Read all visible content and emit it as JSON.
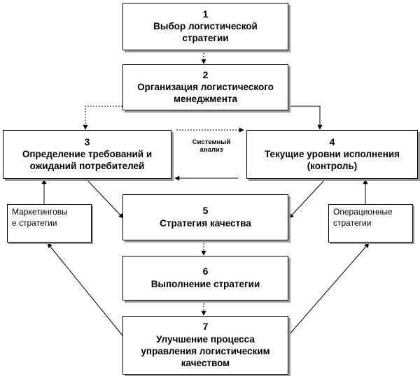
{
  "boxes": {
    "b1": {
      "num": "1",
      "text": "Выбор логистической\nстратегии"
    },
    "b2": {
      "num": "2",
      "text": "Организация логистического\nменеджмента"
    },
    "b3": {
      "num": "3",
      "text": "Определение  требований  и\nожиданий  потребителей"
    },
    "b4": {
      "num": "4",
      "text": "Текущие  уровни  исполнения\n(контроль)"
    },
    "b5": {
      "num": "5",
      "text": "Стратегия качества"
    },
    "b6": {
      "num": "6",
      "text": "Выполнение  стратегии"
    },
    "b7": {
      "num": "7",
      "text": "Улучшение  процесса\nуправления логистическим\nкачеством"
    }
  },
  "side": {
    "left": "Маркетинговы\nе стратегии",
    "right": "Операционные\nстратегии"
  },
  "mid_label": "Системный\nанализ"
}
